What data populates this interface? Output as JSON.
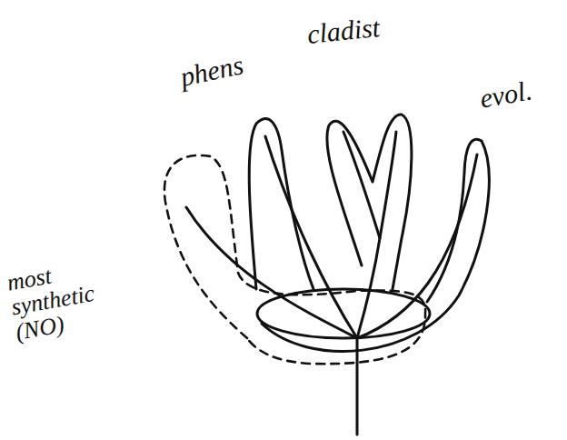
{
  "diagram": {
    "labels": [
      "phens",
      "cladist",
      "evol.",
      "most synthetic (NO)"
    ]
  }
}
